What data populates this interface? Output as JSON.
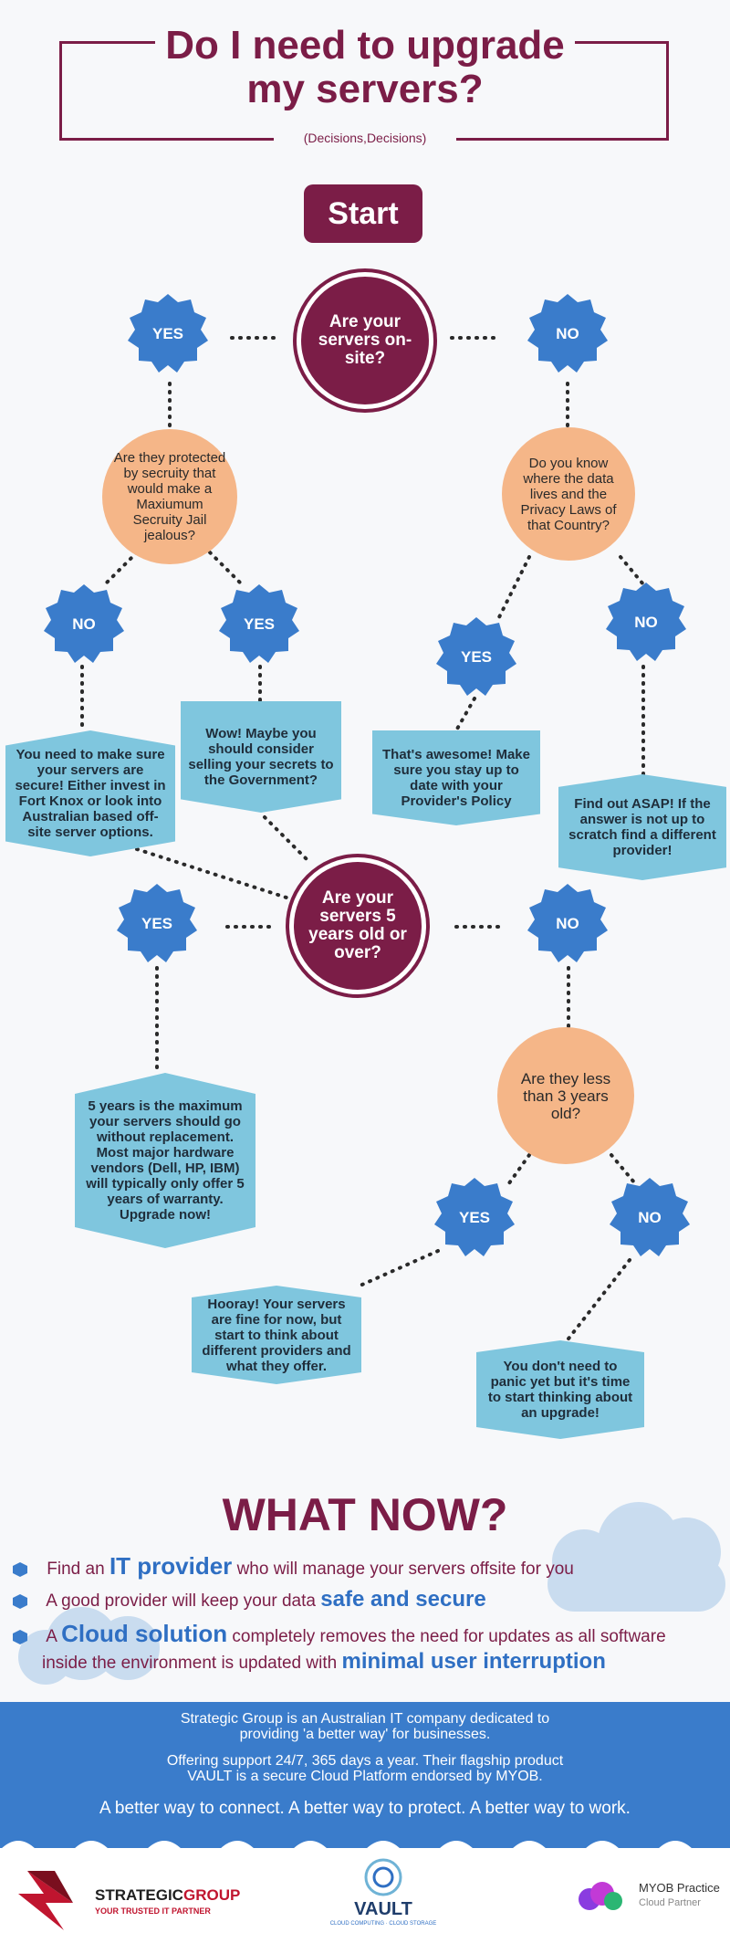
{
  "title": {
    "line1": "Do I need to upgrade",
    "line2": "my servers?",
    "subtitle": "(Decisions,Decisions)"
  },
  "start_label": "Start",
  "q1": {
    "text": "Are your servers on-site?",
    "yes": "YES",
    "no": "NO"
  },
  "q1_yes": {
    "question": "Are they protected by secruity that would make a Maxiumum Secruity Jail jealous?",
    "no_label": "NO",
    "yes_label": "YES",
    "no_result": "You need to make sure your servers are secure! Either invest in Fort Knox or look into Australian based off-site server options.",
    "yes_result": "Wow! Maybe you should consider selling your secrets to the Government?"
  },
  "q1_no": {
    "question": "Do you know where the data lives and the Privacy Laws of that Country?",
    "yes_label": "YES",
    "no_label": "NO",
    "yes_result": "That's awesome! Make sure you stay up to date with your Provider's Policy",
    "no_result": "Find out ASAP! If the answer is not up to scratch find a different provider!"
  },
  "q2": {
    "text": "Are your servers 5 years old or over?",
    "yes": "YES",
    "no": "NO"
  },
  "q2_yes_result": "5 years is the maximum your servers should go without replacement. Most major hardware vendors (Dell, HP, IBM) will typically only offer 5 years of warranty. Upgrade now!",
  "q2_no": {
    "question": "Are they less than 3 years old?",
    "yes_label": "YES",
    "no_label": "NO",
    "yes_result": "Hooray! Your servers are fine for now, but start to think about different providers and what they offer.",
    "no_result": "You don't need to panic yet but it's time to start thinking about an upgrade!"
  },
  "what_now": {
    "heading": "WHAT NOW?",
    "b1_pre": "Find an",
    "b1_hl": "IT provider",
    "b1_post": "who will manage your servers offsite for you",
    "b2_pre": "A good provider will keep your data",
    "b2_hl": "safe and secure",
    "b3_pre": "A",
    "b3_hl": "Cloud solution",
    "b3_post": "completely removes the need for updates as all software",
    "b3_line2": "inside the environment is updated with",
    "b3_hl2": "minimal user interruption"
  },
  "footer": {
    "p1a": "Strategic Group is an Australian IT company dedicated to",
    "p1b": "providing 'a better way' for businesses.",
    "p2a": "Offering support 24/7, 365 days a year. Their flagship product",
    "p2b": "VAULT is a secure Cloud Platform endorsed by MYOB.",
    "tagline": "A better way to connect. A better way to protect. A better way to work."
  },
  "logos": {
    "sg_name_a": "STRATEGIC",
    "sg_name_b": "GROUP",
    "sg_tag": "YOUR TRUSTED IT PARTNER",
    "vault": "VAULT",
    "vault_sub": "CLOUD COMPUTING · CLOUD STORAGE",
    "myob_a": "MYOB Practice",
    "myob_b": "Cloud Partner"
  },
  "colors": {
    "maroon": "#7b1d47",
    "blue": "#3a7ccb",
    "light_blue": "#7fc6de",
    "peach": "#f5b688"
  }
}
